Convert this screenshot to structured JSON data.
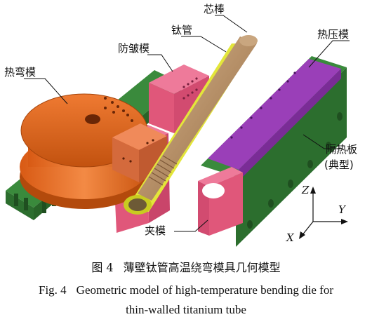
{
  "labels": {
    "mandrel": "芯棒",
    "tube": "钛管",
    "wiper_die": "防皱模",
    "bend_die": "热弯模",
    "pressure_die": "热压模",
    "insulation_board": "隔热板",
    "insulation_note": "(典型)",
    "clamp_die": "夹模"
  },
  "axes": {
    "z": "Z",
    "y": "Y",
    "x": "X"
  },
  "caption": {
    "cn_num": "图 4",
    "cn_text": "薄壁钛管高温绕弯模具几何模型",
    "en_num": "Fig. 4",
    "en_line1": "Geometric model of high-temperature bending die for",
    "en_line2": "thin-walled titanium tube"
  },
  "colors": {
    "bend_die": "#e0631c",
    "insulation": "#2f7d32",
    "wiper": "#e0577a",
    "pressure": "#9a3fb8",
    "mandrel": "#b7926b",
    "tube": "#e3e63a"
  }
}
